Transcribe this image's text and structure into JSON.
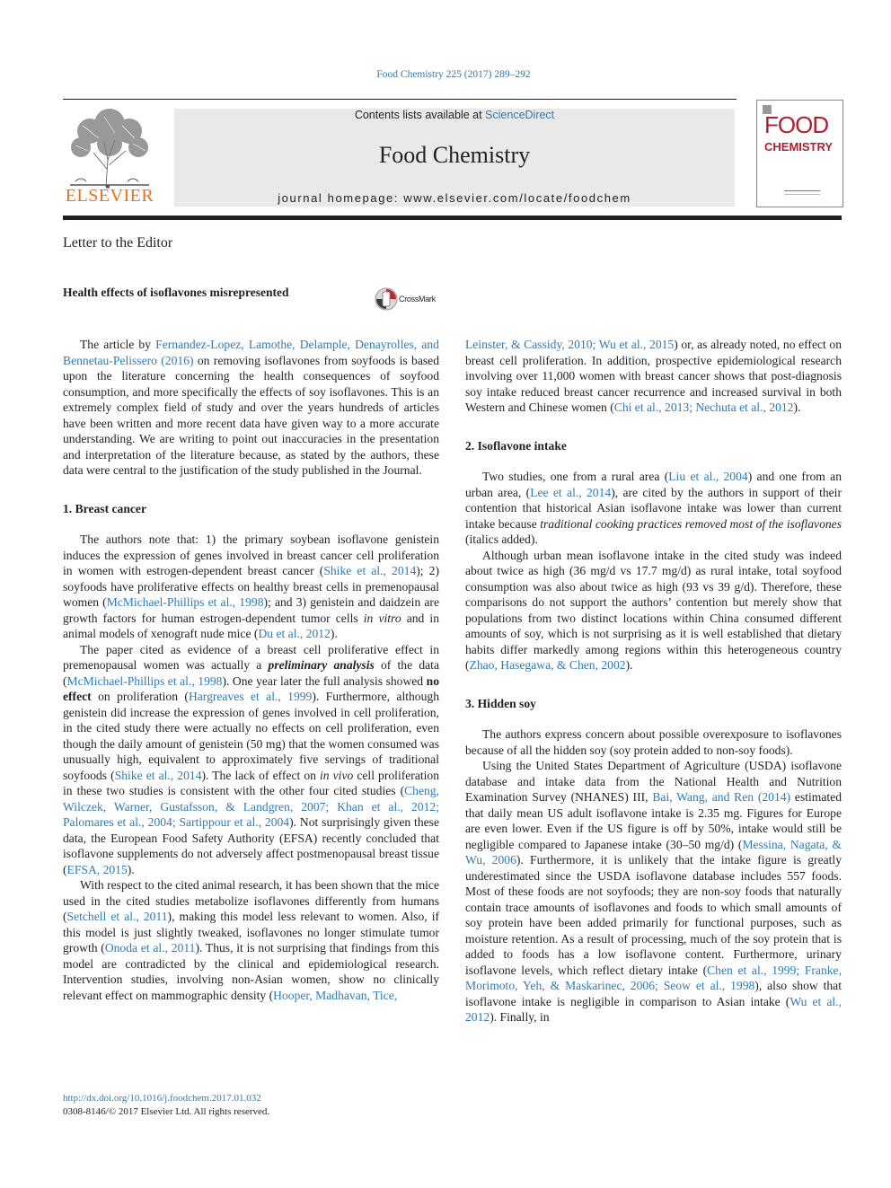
{
  "header": {
    "citation": "Food Chemistry 225 (2017) 289–292",
    "contents_prefix": "Contents lists available at ",
    "contents_link": "ScienceDirect",
    "journal_title": "Food Chemistry",
    "homepage": "journal homepage: www.elsevier.com/locate/foodchem",
    "publisher": "ELSEVIER",
    "cover_line1": "FOOD",
    "cover_line2": "CHEMISTRY"
  },
  "article": {
    "type": "Letter to the Editor",
    "title": "Health effects of isoflavones misrepresented",
    "crossmark": "CrossMark"
  },
  "sections": {
    "s1": "1.  Breast cancer",
    "s2": "2.  Isoflavone intake",
    "s3": "3.  Hidden soy"
  },
  "footer": {
    "doi": "http://dx.doi.org/10.1016/j.foodchem.2017.01.032",
    "copyright": "0308-8146/© 2017 Elsevier Ltd. All rights reserved."
  },
  "colors": {
    "link": "#2e7bb6",
    "elsevier_orange": "#e9711c",
    "cover_red": "#b3202d"
  }
}
